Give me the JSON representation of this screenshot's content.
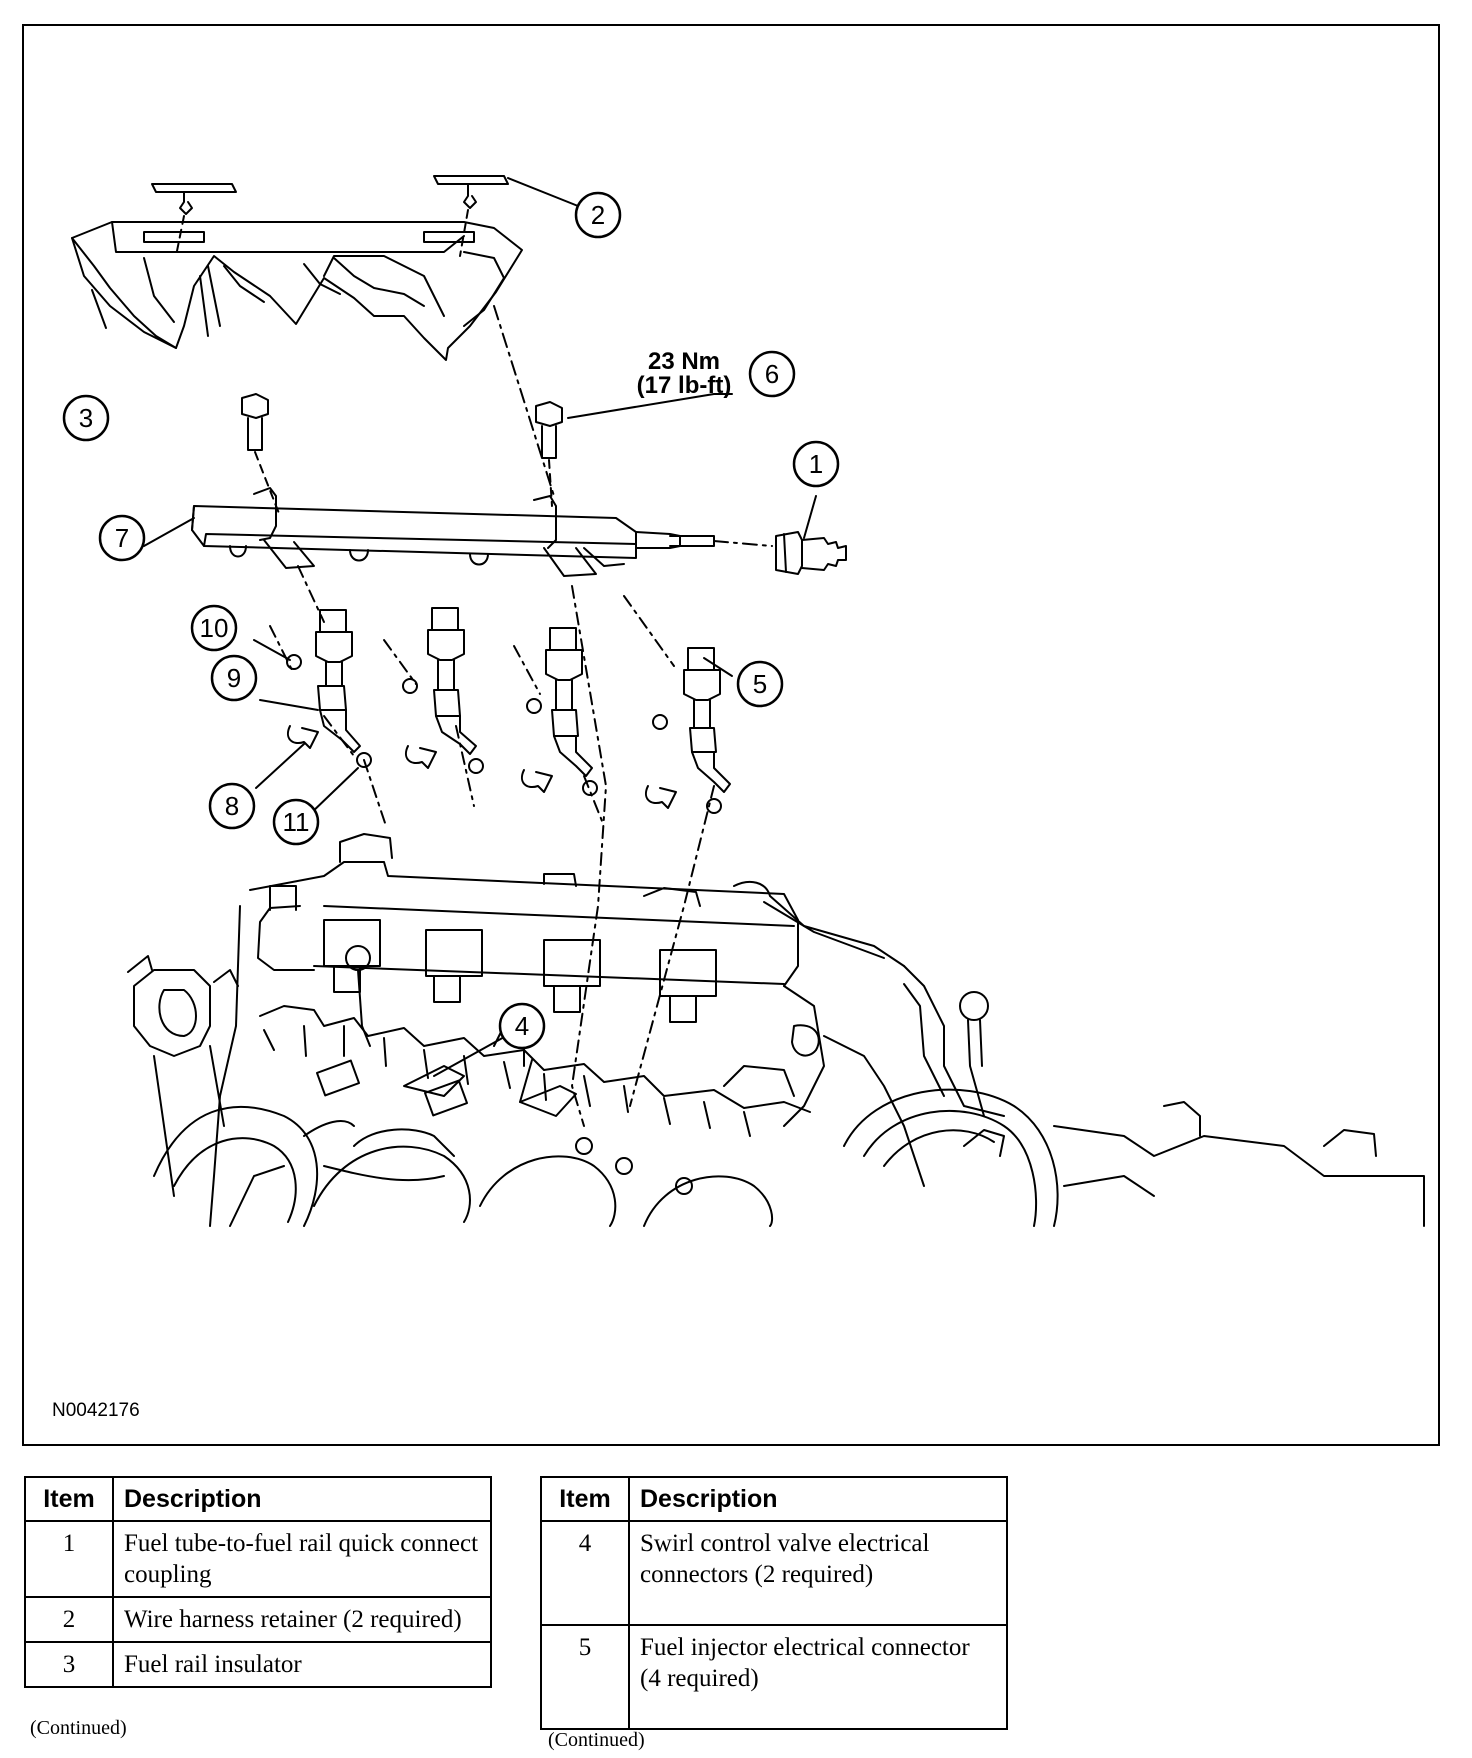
{
  "figure": {
    "id": "N0042176",
    "torque_label_line1": "23 Nm",
    "torque_label_line2": "(17 lb-ft)",
    "callouts": [
      "1",
      "2",
      "3",
      "4",
      "5",
      "6",
      "7",
      "8",
      "9",
      "10",
      "11"
    ]
  },
  "table_left": {
    "header_item": "Item",
    "header_description": "Description",
    "rows": [
      {
        "item": "1",
        "description": "Fuel tube-to-fuel rail quick connect coupling"
      },
      {
        "item": "2",
        "description": "Wire harness retainer (2 required)"
      },
      {
        "item": "3",
        "description": "Fuel rail insulator"
      }
    ],
    "continued": "(Continued)"
  },
  "table_right": {
    "header_item": "Item",
    "header_description": "Description",
    "rows": [
      {
        "item": "4",
        "description": "Swirl control valve electrical connectors (2 required)"
      },
      {
        "item": "5",
        "description": "Fuel injector electrical connector (4 required)"
      }
    ],
    "continued": "(Continued)"
  }
}
